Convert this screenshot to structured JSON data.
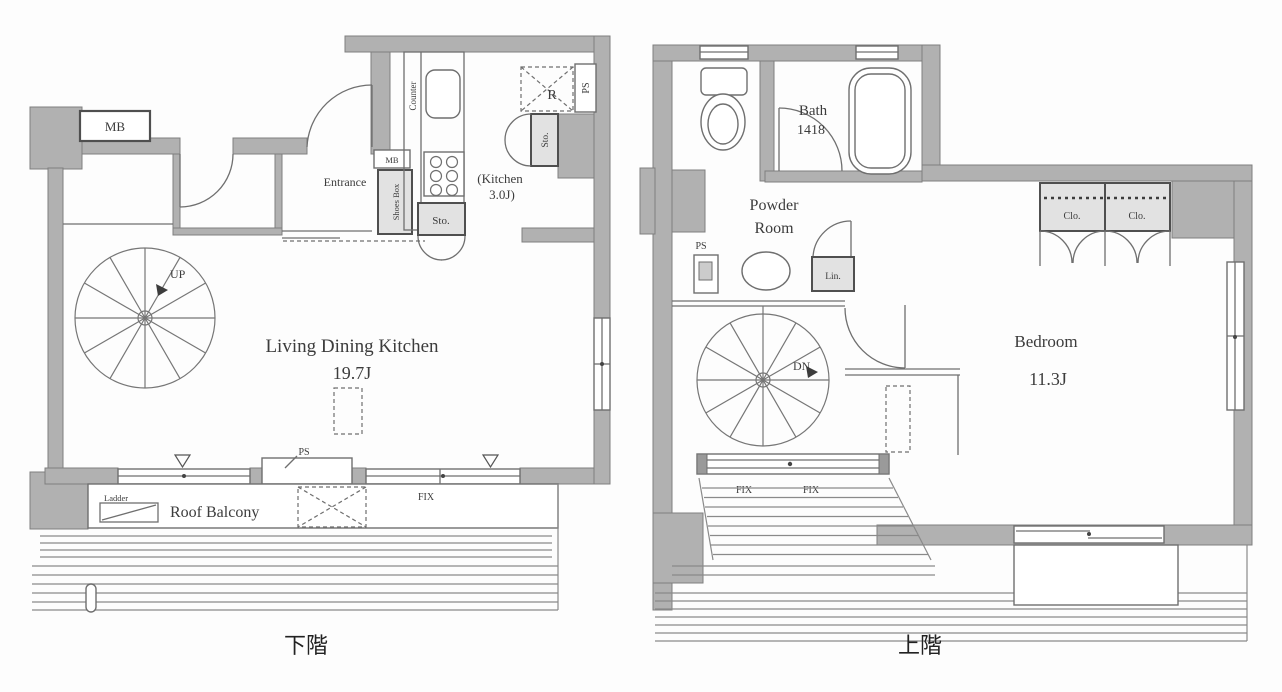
{
  "page": {
    "background": "#ffffff"
  },
  "colors": {
    "wall": "#b1b1b1",
    "wall_edge": "#7e7e7e",
    "line": "#6f6f6f",
    "text": "#3c3c3c",
    "fixture_fill": "#e2e2e2",
    "title_text": "#222222"
  },
  "lower_floor": {
    "title": "下階",
    "rooms": {
      "ldk": {
        "name": "Living Dining Kitchen",
        "size": "19.7J"
      },
      "kitchen": {
        "name": "(Kitchen",
        "size": "3.0J)"
      },
      "balcony": {
        "name": "Roof Balcony"
      }
    },
    "labels": {
      "mailbox": "MB",
      "meter": "MB",
      "up": "UP",
      "entrance": "Entrance",
      "shoes_box": "Shoes Box",
      "counter": "Counter",
      "stove_storage": "Sto.",
      "fridge": "R",
      "pipe_space_top": "PS",
      "side_storage": "Sto.",
      "pipe_space_bottom": "PS",
      "fix": "FIX",
      "ladder": "Ladder"
    }
  },
  "upper_floor": {
    "title": "上階",
    "rooms": {
      "bath": {
        "name": "Bath",
        "size": "1418"
      },
      "powder": {
        "line1": "Powder",
        "line2": "Room"
      },
      "bedroom": {
        "name": "Bedroom",
        "size": "11.3J"
      }
    },
    "labels": {
      "pipe_space": "PS",
      "linen": "Lin.",
      "closet1": "Clo.",
      "closet2": "Clo.",
      "down": "DN",
      "fix1": "FIX",
      "fix2": "FIX"
    }
  }
}
